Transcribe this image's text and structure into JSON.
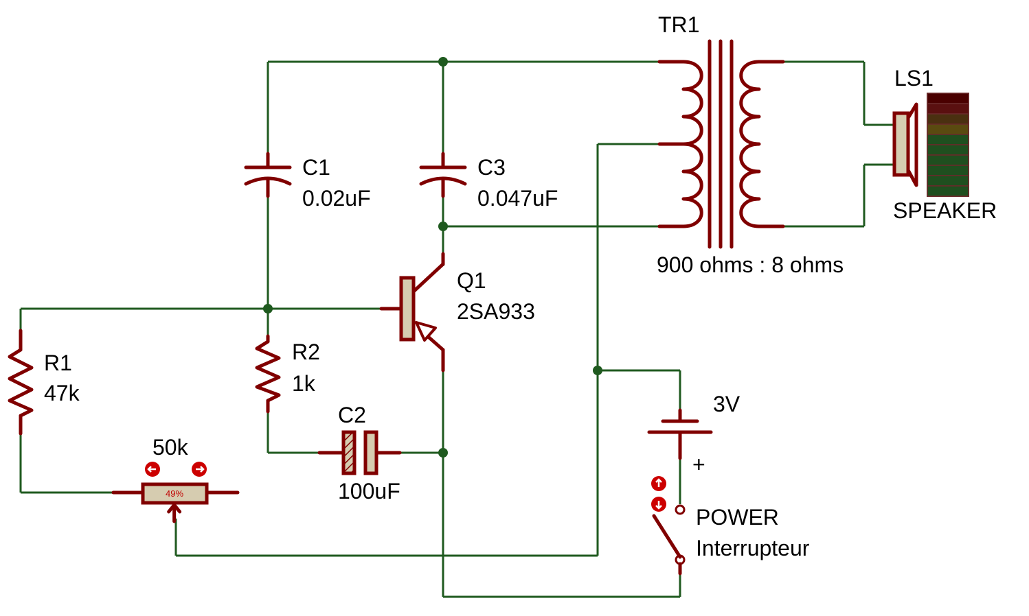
{
  "colors": {
    "wire": "#1f5a1f",
    "component": "#800000",
    "body_fill": "#d6ccb0",
    "control_button": "#cc0000",
    "text": "#000000"
  },
  "labels": {
    "tr1_ref": "TR1",
    "tr1_value": "900 ohms : 8 ohms",
    "ls1_ref": "LS1",
    "ls1_value": "SPEAKER",
    "c1_ref": "C1",
    "c1_value": "0.02uF",
    "c3_ref": "C3",
    "c3_value": "0.047uF",
    "q1_ref": "Q1",
    "q1_value": "2SA933",
    "r1_ref": "R1",
    "r1_value": "47k",
    "r2_ref": "R2",
    "r2_value": "1k",
    "c2_ref": "C2",
    "c2_value": "100uF",
    "pot_value": "50k",
    "pot_position": "49%",
    "battery_value": "3V",
    "battery_plus": "+",
    "switch_ref": "POWER",
    "switch_value": "Interrupteur"
  },
  "icons": {
    "pot_decrease": "arrow-left-icon",
    "pot_increase": "arrow-right-icon",
    "switch_close": "arrow-up-icon",
    "switch_open": "arrow-down-icon"
  },
  "potentiometer": {
    "position_fraction": 0.49
  },
  "speaker_level_meter": {
    "segments": 10,
    "segment_colors": [
      "#4a0000",
      "#5a1010",
      "#4a3010",
      "#5a4a10",
      "#1f4f1f",
      "#1f4f1f",
      "#1f4f1f",
      "#1f4f1f",
      "#1f4f1f",
      "#1f4f1f"
    ]
  }
}
